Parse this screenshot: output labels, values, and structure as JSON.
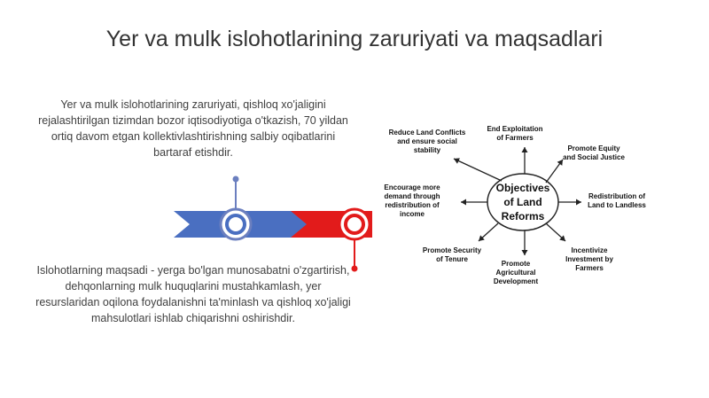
{
  "slide": {
    "title": "Yer va mulk islohotlarining zaruriyati va maqsadlari",
    "paragraph_1": "Yer va mulk islohotlarining zaruriyati, qishloq xo'jaligini rejalashtirilgan tizimdan bozor iqtisodiyotiga o'tkazish, 70 yildan ortiq davom etgan kollektivlashtirishning salbiy oqibatlarini bartaraf etishdir.",
    "paragraph_2": "Islohotlarning maqsadi - yerga bo'lgan munosabatni o'zgartirish, dehqonlarning mulk huquqlarini mustahkamlash, yer resurslaridan oqilona foydalanishni ta'minlash va qishloq xo'jaligi mahsulotlari ishlab chiqarishni oshirishdir."
  },
  "timeline": {
    "colors": {
      "blue": "#4a6fc1",
      "red": "#e21b1b",
      "marker_blue": "#6b7fbf",
      "marker_red": "#e21b1b"
    }
  },
  "diagram": {
    "center_line_1": "Objectives",
    "center_line_2": "of Land",
    "center_line_3": "Reforms",
    "spokes": [
      {
        "id": "reduce-conflicts",
        "lines": [
          "Reduce Land Conflicts",
          "and ensure social",
          "stability"
        ]
      },
      {
        "id": "end-exploitation",
        "lines": [
          "End Exploitation",
          "of Farmers"
        ]
      },
      {
        "id": "promote-equity",
        "lines": [
          "Promote Equity",
          "and Social Justice"
        ]
      },
      {
        "id": "redistribution",
        "lines": [
          "Redistribution of",
          "Land to Landless"
        ]
      },
      {
        "id": "incentivize",
        "lines": [
          "Incentivize",
          "Investment by",
          "Farmers"
        ]
      },
      {
        "id": "promote-agri",
        "lines": [
          "Promote",
          "Agricultural",
          "Development"
        ]
      },
      {
        "id": "promote-security",
        "lines": [
          "Promote Security",
          "of Tenure"
        ]
      },
      {
        "id": "encourage-demand",
        "lines": [
          "Encourage more",
          "demand through",
          "redistribution of",
          "income"
        ]
      }
    ]
  }
}
